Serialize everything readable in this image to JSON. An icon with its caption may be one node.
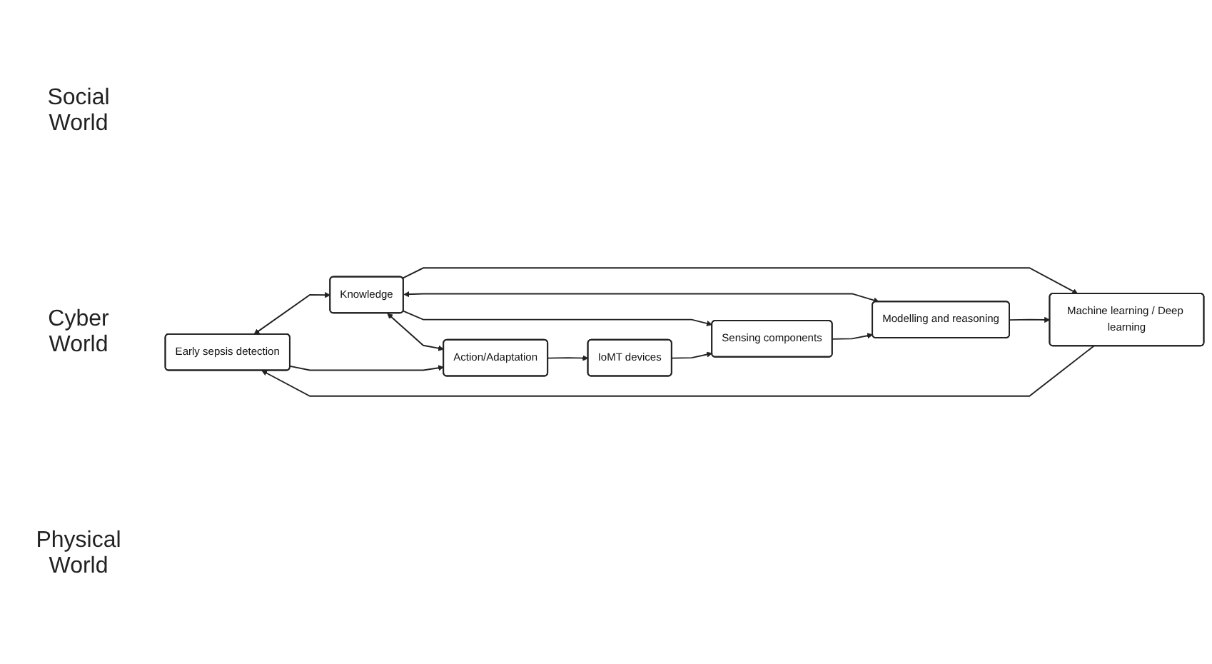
{
  "diagram": {
    "nodes": [
      {
        "text": [
          "Early sepsis detection"
        ]
      },
      {
        "text": [
          "Machine learning / Deep learning"
        ]
      },
      {
        "text": [
          "Modelling and reasoning"
        ]
      },
      {
        "text": [
          "Knowledge"
        ]
      },
      {
        "text": [
          "Action/Adaptation"
        ]
      },
      {
        "text": [
          "Sensing components"
        ]
      },
      {
        "text": [
          "IoMT devices"
        ]
      }
    ],
    "edges": [
      {
        "from": 1,
        "to": 0,
        "arrow": "to"
      },
      {
        "from": 0,
        "to": 3,
        "arrow": "both"
      },
      {
        "from": 0,
        "to": 4,
        "arrow": "to"
      },
      {
        "from": 5,
        "to": 2,
        "arrow": "to"
      },
      {
        "from": 2,
        "to": 1,
        "arrow": "to"
      },
      {
        "from": 3,
        "to": 1,
        "arrow": "to"
      },
      {
        "from": 3,
        "to": 2,
        "arrow": "both"
      },
      {
        "from": 3,
        "to": 5,
        "arrow": "to"
      },
      {
        "from": 3,
        "to": 4,
        "arrow": "both"
      },
      {
        "from": 4,
        "to": 6,
        "arrow": "to"
      },
      {
        "from": 6,
        "to": 5,
        "arrow": "to"
      }
    ],
    "labels": [
      "Social World",
      "Cyber World",
      "Physical World"
    ]
  }
}
